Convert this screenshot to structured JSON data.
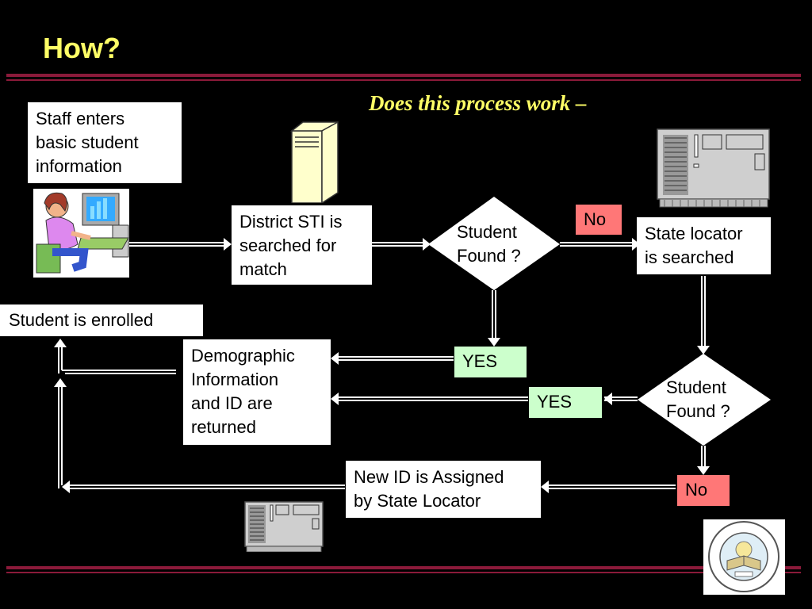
{
  "slide": {
    "title": "How?",
    "subtitle": "Does this process work –"
  },
  "nodes": {
    "staff_enters": "Staff enters\nbasic student\ninformation",
    "district_sti": "District STI is\nsearched for\nmatch",
    "student_found_1": "Student\nFound ?",
    "state_locator": "State locator\nis searched",
    "student_enrolled": "Student is enrolled",
    "demographic_info": "Demographic\nInformation\nand ID are\nreturned",
    "student_found_2": "Student\nFound ?",
    "new_id": "New ID is Assigned\nby State Locator"
  },
  "tags": {
    "no_1": "No",
    "yes_1": "YES",
    "yes_2": "YES",
    "no_2": "No"
  },
  "colors": {
    "title": "#ffff66",
    "rule": "#8b1a3a",
    "yes_tag": "#ccffcc",
    "no_tag": "#ff7777"
  },
  "icons": [
    "person-at-computer-icon",
    "server-tower-icon",
    "mainframe-icon",
    "state-seal-icon"
  ]
}
